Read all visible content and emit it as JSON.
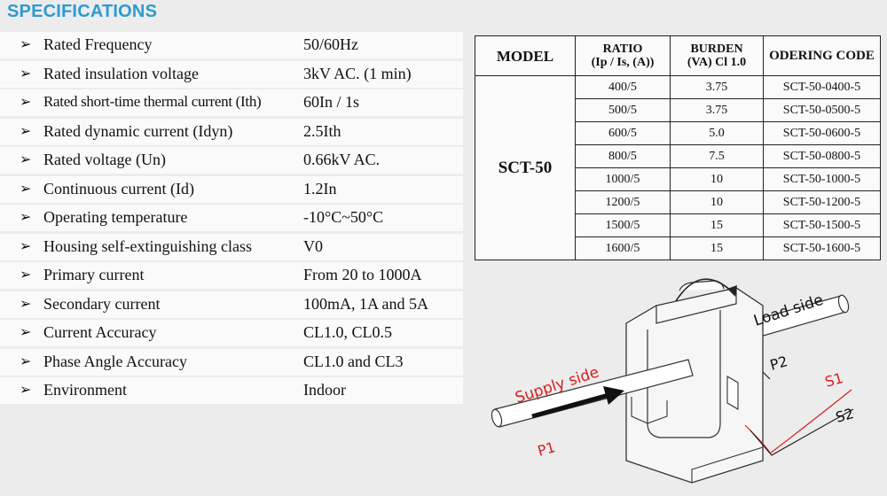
{
  "heading": "SPECIFICATIONS",
  "specs": [
    {
      "label": "Rated Frequency",
      "value": "50/60Hz"
    },
    {
      "label": "Rated insulation voltage",
      "value": "3kV AC. (1 min)"
    },
    {
      "label": "Rated short-time thermal current (Ith)",
      "value": "60In / 1s"
    },
    {
      "label": "Rated dynamic current (Idyn)",
      "value": "2.5Ith"
    },
    {
      "label": "Rated voltage (Un)",
      "value": "0.66kV AC."
    },
    {
      "label": "Continuous current (Id)",
      "value": "1.2In"
    },
    {
      "label": "Operating temperature",
      "value": "-10°C~50°C"
    },
    {
      "label": "Housing self-extinguishing class",
      "value": "V0"
    },
    {
      "label": "Primary current",
      "value": "From 20 to 1000A"
    },
    {
      "label": "Secondary current",
      "value": "100mA, 1A and 5A"
    },
    {
      "label": "Current Accuracy",
      "value": "CL1.0, CL0.5"
    },
    {
      "label": "Phase Angle Accuracy",
      "value": "CL1.0 and CL3"
    },
    {
      "label": "Environment",
      "value": "Indoor"
    }
  ],
  "table": {
    "headers": {
      "model": "MODEL",
      "ratio_l1": "RATIO",
      "ratio_l2": "(Ip / Is, (A))",
      "burden_l1": "BURDEN",
      "burden_l2": "(VA) Cl 1.0",
      "code": "ODERING CODE"
    },
    "model": "SCT-50",
    "rows": [
      {
        "ratio": "400/5",
        "burden": "3.75",
        "code": "SCT-50-0400-5"
      },
      {
        "ratio": "500/5",
        "burden": "3.75",
        "code": "SCT-50-0500-5"
      },
      {
        "ratio": "600/5",
        "burden": "5.0",
        "code": "SCT-50-0600-5"
      },
      {
        "ratio": "800/5",
        "burden": "7.5",
        "code": "SCT-50-0800-5"
      },
      {
        "ratio": "1000/5",
        "burden": "10",
        "code": "SCT-50-1000-5"
      },
      {
        "ratio": "1200/5",
        "burden": "10",
        "code": "SCT-50-1200-5"
      },
      {
        "ratio": "1500/5",
        "burden": "15",
        "code": "SCT-50-1500-5"
      },
      {
        "ratio": "1600/5",
        "burden": "15",
        "code": "SCT-50-1600-5"
      }
    ]
  },
  "diagram": {
    "load_side": "Load side",
    "supply_side": "Supply side",
    "p1": "P1",
    "p2": "P2",
    "s1": "S1",
    "s2": "S2"
  },
  "colors": {
    "heading": "#2e9ad0",
    "label_red": "#d81e1e"
  }
}
